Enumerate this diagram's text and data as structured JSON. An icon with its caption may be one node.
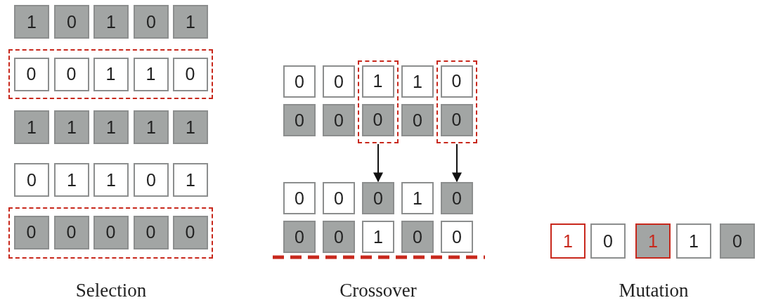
{
  "diagram": {
    "nodes": [
      {
        "text": [
          "1"
        ]
      },
      {
        "text": [
          "0"
        ]
      },
      {
        "text": [
          "1"
        ]
      },
      {
        "text": [
          "0"
        ]
      },
      {
        "text": [
          "1"
        ]
      },
      {
        "text": [],
        "shape": "box"
      },
      {
        "text": [
          "0"
        ],
        "in": 5
      },
      {
        "text": [
          "0"
        ],
        "in": 5
      },
      {
        "text": [
          "1"
        ],
        "in": 5
      },
      {
        "text": [
          "1"
        ],
        "in": 5
      },
      {
        "text": [
          "0"
        ],
        "in": 5
      },
      {
        "text": [
          "1"
        ]
      },
      {
        "text": [
          "1"
        ]
      },
      {
        "text": [
          "1"
        ]
      },
      {
        "text": [
          "1"
        ]
      },
      {
        "text": [
          "1"
        ]
      },
      {
        "text": [
          "0"
        ]
      },
      {
        "text": [
          "1"
        ]
      },
      {
        "text": [
          "1"
        ]
      },
      {
        "text": [
          "0"
        ]
      },
      {
        "text": [
          "1"
        ]
      },
      {
        "text": [],
        "shape": "box"
      },
      {
        "text": [
          "0"
        ],
        "in": 21
      },
      {
        "text": [
          "0"
        ],
        "in": 21
      },
      {
        "text": [
          "0"
        ],
        "in": 21
      },
      {
        "text": [
          "0"
        ],
        "in": 21
      },
      {
        "text": [
          "0"
        ],
        "in": 21
      },
      {
        "text": [
          "0"
        ]
      },
      {
        "text": [
          "0"
        ]
      },
      {
        "text": [],
        "shape": "box"
      },
      {
        "text": [
          "1"
        ],
        "in": 29
      },
      {
        "text": [
          "0"
        ],
        "in": 29
      },
      {
        "text": [
          "1"
        ]
      },
      {
        "text": [],
        "shape": "box"
      },
      {
        "text": [
          "0"
        ],
        "in": 33
      },
      {
        "text": [
          "0"
        ],
        "in": 33
      },
      {
        "text": [
          "0"
        ]
      },
      {
        "text": [
          "0"
        ]
      },
      {
        "text": [
          "0"
        ]
      },
      {
        "text": [
          "0"
        ]
      },
      {
        "text": [
          "0"
        ]
      },
      {
        "text": [
          "0"
        ]
      },
      {
        "text": [
          "1"
        ]
      },
      {
        "text": [
          "0"
        ]
      },
      {
        "text": [
          "0"
        ]
      },
      {
        "text": [
          "0"
        ]
      },
      {
        "text": [
          "1"
        ]
      },
      {
        "text": [
          "0"
        ]
      },
      {
        "text": [
          "0"
        ]
      },
      {
        "text": [
          "1"
        ]
      },
      {
        "text": [
          "0"
        ]
      },
      {
        "text": [
          "1"
        ]
      },
      {
        "text": [
          "1"
        ]
      },
      {
        "text": [
          "0"
        ]
      }
    ],
    "edges": [
      {
        "from": 29,
        "to": 41,
        "arrow": "to"
      },
      {
        "from": 33,
        "to": 43,
        "arrow": "to"
      }
    ],
    "labels": [
      "Selection",
      "Crossover",
      "Mutation"
    ]
  }
}
